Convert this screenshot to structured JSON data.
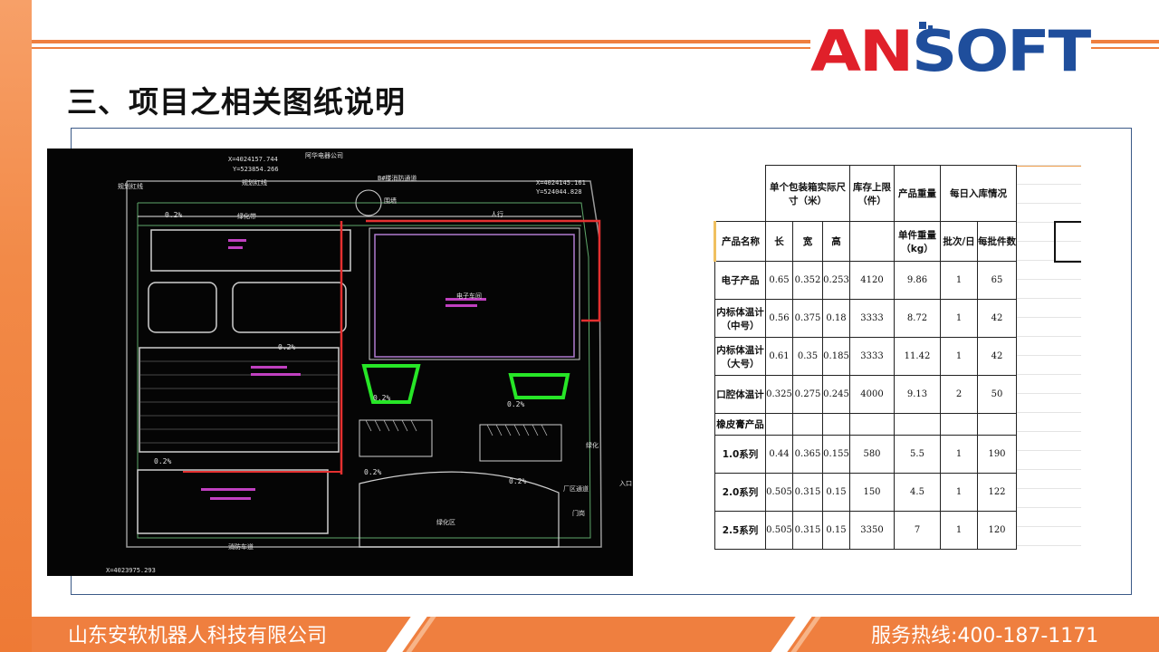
{
  "logo": {
    "text": "ANSOFT",
    "colors": {
      "a_n": "#e0202a",
      "soft": "#1f4e9c"
    }
  },
  "page": {
    "title": "三、项目之相关图纸说明"
  },
  "cad": {
    "labels": [
      "X=4024157.744",
      "Y=523854.266",
      "X=4024145.161",
      "Y=524044.828",
      "X=4023975.293",
      "阿华电器公司",
      "规划红线",
      "规划红线",
      "B#楼消防通道",
      "绿化带",
      "围墙",
      "人行",
      "电子车间",
      "绿化区",
      "门岗",
      "厂区通道",
      "消防车道",
      "绿化",
      "0.2%",
      "0.2%",
      "0.2%",
      "0.2%",
      "0.2%",
      "0.2%",
      "0.2%",
      "入口"
    ]
  },
  "table": {
    "header_row1": {
      "col2": "单个包装箱实际尺寸（米）",
      "col5": "库存上限（件）",
      "col6": "产品重量",
      "col7": "每日入库情况"
    },
    "header_row2": [
      "产品名称",
      "长",
      "宽",
      "高",
      "",
      "单件重量（kg）",
      "批次/日",
      "每批件数"
    ],
    "rows": [
      {
        "name": "电子产品",
        "l": "0.65",
        "w": "0.352",
        "h": "0.253",
        "stock": "4120",
        "weight": "9.86",
        "batch": "1",
        "per": "65"
      },
      {
        "name": "内标体温计（中号）",
        "l": "0.56",
        "w": "0.375",
        "h": "0.18",
        "stock": "3333",
        "weight": "8.72",
        "batch": "1",
        "per": "42"
      },
      {
        "name": "内标体温计（大号）",
        "l": "0.61",
        "w": "0.35",
        "h": "0.185",
        "stock": "3333",
        "weight": "11.42",
        "batch": "1",
        "per": "42"
      },
      {
        "name": "口腔体温计",
        "l": "0.325",
        "w": "0.275",
        "h": "0.245",
        "stock": "4000",
        "weight": "9.13",
        "batch": "2",
        "per": "50"
      },
      {
        "name": "橡皮膏产品",
        "l": "",
        "w": "",
        "h": "",
        "stock": "",
        "weight": "",
        "batch": "",
        "per": ""
      },
      {
        "name": "1.0系列",
        "l": "0.44",
        "w": "0.365",
        "h": "0.155",
        "stock": "580",
        "weight": "5.5",
        "batch": "1",
        "per": "190"
      },
      {
        "name": "2.0系列",
        "l": "0.505",
        "w": "0.315",
        "h": "0.15",
        "stock": "150",
        "weight": "4.5",
        "batch": "1",
        "per": "122"
      },
      {
        "name": "2.5系列",
        "l": "0.505",
        "w": "0.315",
        "h": "0.15",
        "stock": "3350",
        "weight": "7",
        "batch": "1",
        "per": "120"
      }
    ]
  },
  "footer": {
    "company": "山东安软机器人科技有限公司",
    "hotline": "服务热线:400-187-1171"
  },
  "theme": {
    "accent": "#ef7f3f",
    "frame": "#3b5a87",
    "cad_bg": "#050505"
  }
}
